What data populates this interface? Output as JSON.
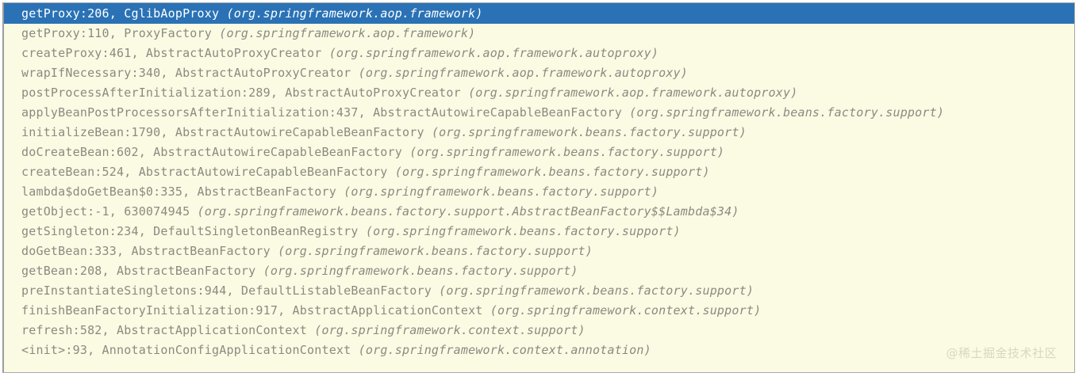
{
  "panel": {
    "name": "stack-trace-frames",
    "background_color": "#fbfbe4",
    "border_color": "#a9a9a9",
    "text_color": "#8a8a80",
    "selection_background": "#2a72b5",
    "selection_text_color": "#ffffff"
  },
  "frames": [
    {
      "location": "getProxy:206, CglibAopProxy ",
      "package": "(org.springframework.aop.framework)",
      "selected": true
    },
    {
      "location": "getProxy:110, ProxyFactory ",
      "package": "(org.springframework.aop.framework)",
      "selected": false
    },
    {
      "location": "createProxy:461, AbstractAutoProxyCreator ",
      "package": "(org.springframework.aop.framework.autoproxy)",
      "selected": false
    },
    {
      "location": "wrapIfNecessary:340, AbstractAutoProxyCreator ",
      "package": "(org.springframework.aop.framework.autoproxy)",
      "selected": false
    },
    {
      "location": "postProcessAfterInitialization:289, AbstractAutoProxyCreator ",
      "package": "(org.springframework.aop.framework.autoproxy)",
      "selected": false
    },
    {
      "location": "applyBeanPostProcessorsAfterInitialization:437, AbstractAutowireCapableBeanFactory ",
      "package": "(org.springframework.beans.factory.support)",
      "selected": false
    },
    {
      "location": "initializeBean:1790, AbstractAutowireCapableBeanFactory ",
      "package": "(org.springframework.beans.factory.support)",
      "selected": false
    },
    {
      "location": "doCreateBean:602, AbstractAutowireCapableBeanFactory ",
      "package": "(org.springframework.beans.factory.support)",
      "selected": false
    },
    {
      "location": "createBean:524, AbstractAutowireCapableBeanFactory ",
      "package": "(org.springframework.beans.factory.support)",
      "selected": false
    },
    {
      "location": "lambda$doGetBean$0:335, AbstractBeanFactory ",
      "package": "(org.springframework.beans.factory.support)",
      "selected": false
    },
    {
      "location": "getObject:-1, 630074945 ",
      "package": "(org.springframework.beans.factory.support.AbstractBeanFactory$$Lambda$34)",
      "selected": false
    },
    {
      "location": "getSingleton:234, DefaultSingletonBeanRegistry ",
      "package": "(org.springframework.beans.factory.support)",
      "selected": false
    },
    {
      "location": "doGetBean:333, AbstractBeanFactory ",
      "package": "(org.springframework.beans.factory.support)",
      "selected": false
    },
    {
      "location": "getBean:208, AbstractBeanFactory ",
      "package": "(org.springframework.beans.factory.support)",
      "selected": false
    },
    {
      "location": "preInstantiateSingletons:944, DefaultListableBeanFactory ",
      "package": "(org.springframework.beans.factory.support)",
      "selected": false
    },
    {
      "location": "finishBeanFactoryInitialization:917, AbstractApplicationContext ",
      "package": "(org.springframework.context.support)",
      "selected": false
    },
    {
      "location": "refresh:582, AbstractApplicationContext ",
      "package": "(org.springframework.context.support)",
      "selected": false
    },
    {
      "location": "<init>:93, AnnotationConfigApplicationContext ",
      "package": "(org.springframework.context.annotation)",
      "selected": false
    }
  ],
  "watermark": {
    "text": "@稀土掘金技术社区",
    "color": "#d9d7bc"
  }
}
